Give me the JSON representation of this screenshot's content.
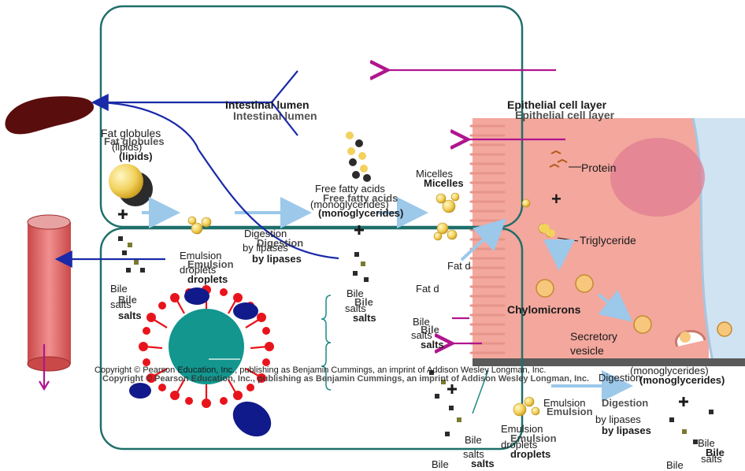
{
  "labels": {
    "intestinal_lumen": "Intestinal lumen",
    "epithelial_cell_layer": "Epithelial cell layer",
    "fat_globules": "Fat globules",
    "lipids": "(lipids)",
    "micelles": "Micelles",
    "free_fatty_acids": "Free fatty acids",
    "monoglycerides": "(monoglycerides)",
    "digestion": "Digestion",
    "by_lipases": "by lipases",
    "emulsion": "Emulsion",
    "droplets": "droplets",
    "bile": "Bile",
    "salts": "salts",
    "protein": "Protein",
    "plus": "+",
    "triglyceride": "Triglyceride",
    "chylomicrons": "Chylomicrons",
    "secretory": "Secretory",
    "vesicle": "vesicle",
    "fat_droplet_partial": "Fat d",
    "copyright": "Copyright © Pearson Education, Inc., publishing as Benjamin Cummings, an imprint of Addison Wesley Longman, Inc."
  },
  "colors": {
    "box_outline": "#1f6f6a",
    "arrow_magenta": "#b0158e",
    "arrow_blue": "#1a2aa8",
    "liver": "#5a0d0d",
    "vessel": "#e06a6a",
    "cell": "#f3a79d",
    "nucleus": "#e07c93",
    "micelle_core": "#12968e",
    "phospholipid_head": "#e8141c",
    "protein_blob": "#101a8a",
    "flow_arrow": "#9cc8ea"
  },
  "icons": [
    "liver-icon",
    "blood-vessel-icon",
    "micelle-icon",
    "fat-globule-icon",
    "bile-salt-icon"
  ]
}
